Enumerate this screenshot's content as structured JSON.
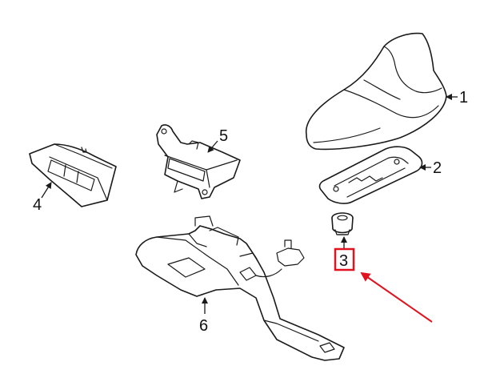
{
  "parts": [
    {
      "id": "1",
      "label": "1",
      "icon": "shark-fin-antenna-cover-icon"
    },
    {
      "id": "2",
      "label": "2",
      "icon": "antenna-base-gasket-icon"
    },
    {
      "id": "3",
      "label": "3",
      "icon": "retaining-nut-icon"
    },
    {
      "id": "4",
      "label": "4",
      "icon": "control-module-icon"
    },
    {
      "id": "5",
      "label": "5",
      "icon": "bracket-module-icon"
    },
    {
      "id": "6",
      "label": "6",
      "icon": "mounting-bracket-harness-icon"
    }
  ],
  "highlight": {
    "part_id": "3",
    "color": "#e0141e"
  },
  "line_color": "#1a1a1a"
}
